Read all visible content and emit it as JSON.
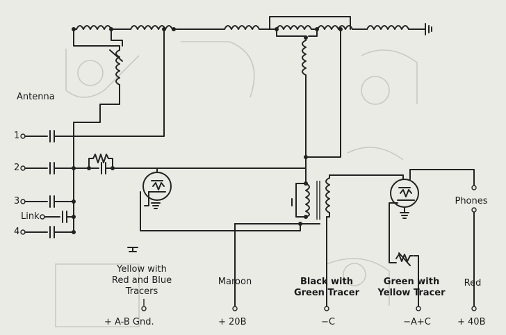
{
  "labels": {
    "antenna": "Antenna",
    "t1": "1",
    "t2": "2",
    "t3": "3",
    "t4": "4",
    "link": "Link",
    "yellow_lines": [
      "Yellow with",
      "Red and Blue",
      "Tracers"
    ],
    "ab_gnd": "+ A-B  Gnd.",
    "maroon": "Maroon",
    "plus20b": "+ 20B",
    "black_lines": [
      "Black with",
      "Green Tracer"
    ],
    "minus_c": "−C",
    "green_lines": [
      "Green with",
      "Yellow Tracer"
    ],
    "minus_a_plus_c": "−A+C",
    "phones": "Phones",
    "red": "Red",
    "plus40b": "+ 40B"
  }
}
